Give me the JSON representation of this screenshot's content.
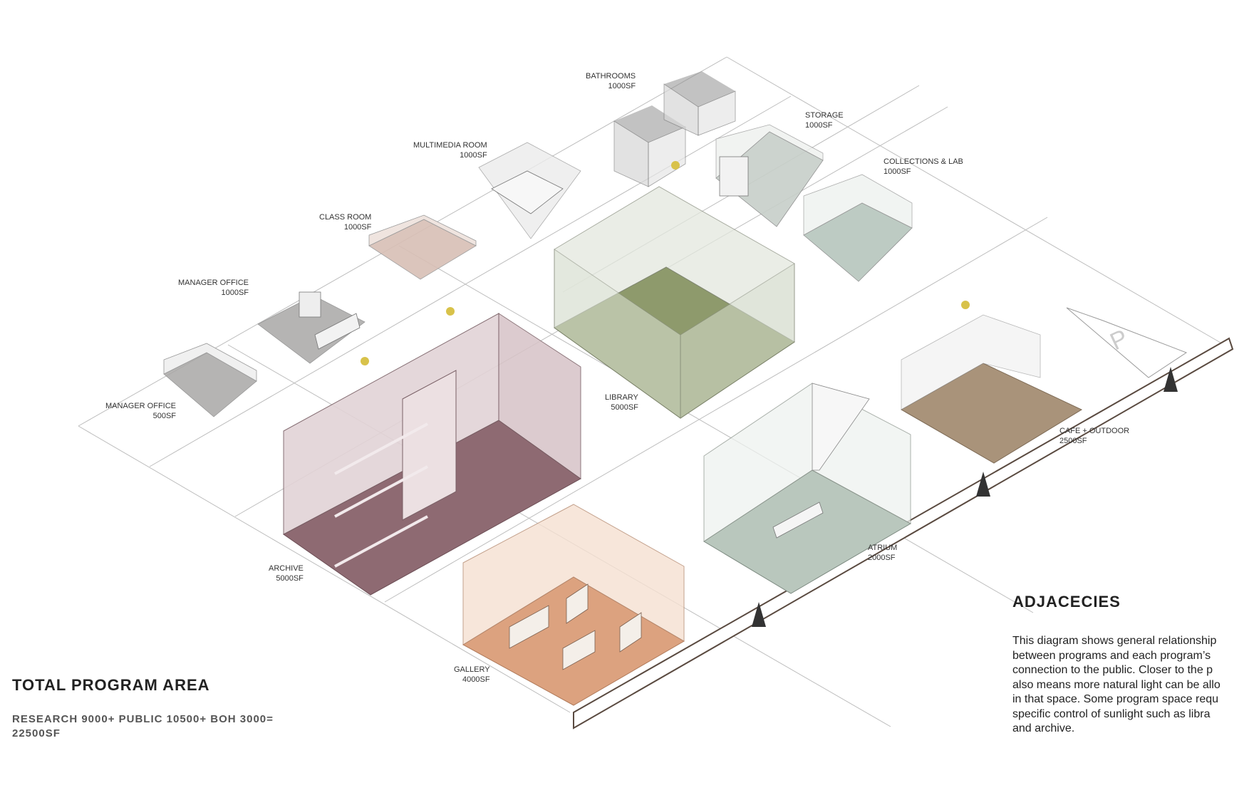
{
  "programs": [
    {
      "key": "bathrooms",
      "name": "BATHROOMS",
      "area": "1000SF"
    },
    {
      "key": "storage",
      "name": "STORAGE",
      "area": "1000SF"
    },
    {
      "key": "multimedia",
      "name": "MULTIMEDIA ROOM",
      "area": "1000SF"
    },
    {
      "key": "collections",
      "name": "COLLECTIONS & LAB",
      "area": "1000SF"
    },
    {
      "key": "classroom",
      "name": "CLASS ROOM",
      "area": "1000SF"
    },
    {
      "key": "manager1",
      "name": "MANAGER OFFICE",
      "area": "1000SF"
    },
    {
      "key": "manager2",
      "name": "MANAGER OFFICE",
      "area": "500SF"
    },
    {
      "key": "library",
      "name": "LIBRARY",
      "area": "5000SF"
    },
    {
      "key": "cafe",
      "name": "CAFE + OUTDOOR",
      "area": "2500SF"
    },
    {
      "key": "archive",
      "name": "ARCHIVE",
      "area": "5000SF"
    },
    {
      "key": "atrium",
      "name": "ATRIUM",
      "area": "2000SF"
    },
    {
      "key": "gallery",
      "name": "GALLERY",
      "area": "4000SF"
    }
  ],
  "colors": {
    "archive": "#8e6a72",
    "gallery": "#dca27f",
    "library": "#8e9a6c",
    "atrium": "#b9c7bd",
    "cafe": "#a9937a",
    "collections": "#b6c6bd",
    "storage": "#c7cfc9",
    "classroom": "#d8bfb5",
    "office": "#a9a7a6",
    "grid": "#bdbdbd",
    "sun": "#d8c24a"
  },
  "parking_symbol": "P",
  "summary": {
    "title": "TOTAL PROGRAM AREA",
    "text": "RESEARCH 9000+ PUBLIC 10500+ BOH 3000= 22500SF"
  },
  "adjacencies": {
    "title": "ADJACECIES",
    "lines": [
      "This diagram shows general relationship",
      "between programs and each program’s",
      "connection to the public. Closer to the p",
      "also means more natural light can be allo",
      "in that space. Some program space requ",
      "specific control of sunlight such as libra",
      "and archive."
    ]
  }
}
